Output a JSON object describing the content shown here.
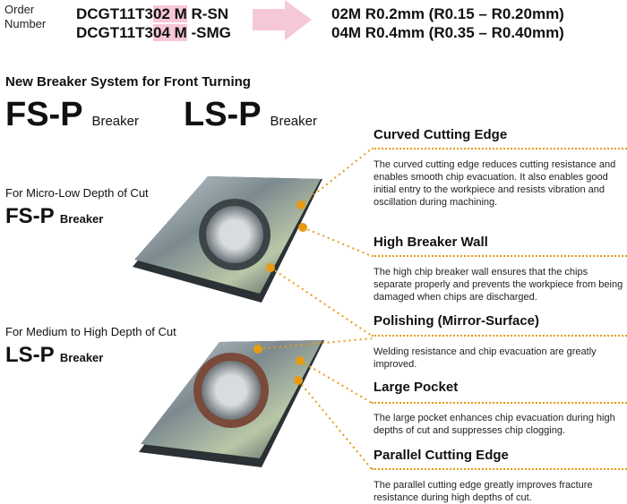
{
  "order": {
    "label": "Order Number",
    "codes": [
      {
        "pre": "DCGT11T3",
        "hl": "02 M",
        "post": " R-SN"
      },
      {
        "pre": "DCGT11T3",
        "hl": "04 M",
        "post": " -SMG"
      }
    ],
    "results": [
      "02M R0.2mm (R0.15 – R0.20mm)",
      "04M R0.4mm (R0.35 – R0.40mm)"
    ],
    "arrow_color": "#f6c6d9"
  },
  "title": "New Breaker System for Front Turning",
  "breakers": {
    "fs": "FS-P",
    "ls": "LS-P",
    "word": "Breaker"
  },
  "fs_section": {
    "depth": "For Micro-Low Depth of Cut",
    "name": "FS-P",
    "word": "Breaker"
  },
  "ls_section": {
    "depth": "For Medium to High Depth of Cut",
    "name": "LS-P",
    "word": "Breaker"
  },
  "features": [
    {
      "title": "Curved Cutting Edge",
      "text": "The curved cutting edge reduces cutting resistance and enables smooth chip evacuation. It also enables good initial entry to the workpiece and resists vibration and oscillation during machining."
    },
    {
      "title": "High Breaker Wall",
      "text": "The high chip breaker wall ensures that the chips separate properly and prevents the workpiece from being damaged when chips are discharged."
    },
    {
      "title": "Polishing (Mirror-Surface)",
      "text": "Welding resistance and chip evacuation are greatly improved."
    },
    {
      "title": "Large Pocket",
      "text": "The large pocket enhances chip evacuation during high depths of cut and suppresses chip clogging."
    },
    {
      "title": "Parallel Cutting Edge",
      "text": "The parallel cutting edge greatly improves fracture resistance during high depths of cut."
    }
  ],
  "accent": "#e79b12"
}
